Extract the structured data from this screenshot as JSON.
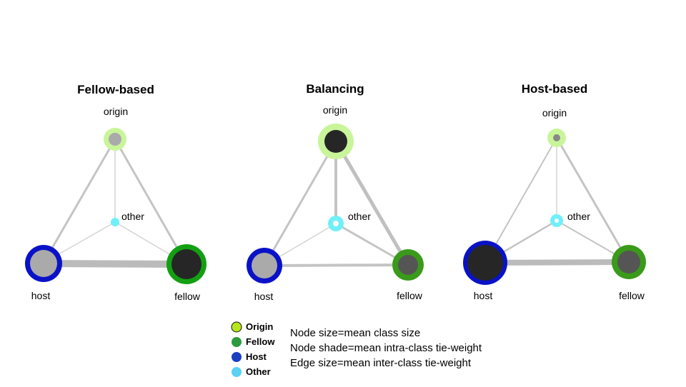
{
  "panels": [
    {
      "title": "Fellow-based",
      "labels": {
        "origin": "origin",
        "other": "other",
        "host": "host",
        "fellow": "fellow"
      }
    },
    {
      "title": "Balancing",
      "labels": {
        "origin": "origin",
        "other": "other",
        "host": "host",
        "fellow": "fellow"
      }
    },
    {
      "title": "Host-based",
      "labels": {
        "origin": "origin",
        "other": "other",
        "host": "host",
        "fellow": "fellow"
      }
    }
  ],
  "legend": {
    "items": [
      {
        "label": "Origin",
        "color": "#b5e61d"
      },
      {
        "label": "Fellow",
        "color": "#2e9a3e"
      },
      {
        "label": "Host",
        "color": "#1b3fc0"
      },
      {
        "label": "Other",
        "color": "#5ad0f5"
      }
    ],
    "notes": [
      "Node size=mean class size",
      "Node shade=mean intra-class tie-weight",
      "Edge size=mean inter-class tie-weight"
    ]
  },
  "colors": {
    "origin_ring": "#c9f59a",
    "fellow_ring": "#12a012",
    "fellow_ring_alt": "#3a9a1a",
    "host_ring": "#0a12c8",
    "other": "#6ff0f8",
    "edge": "#c4c4c4",
    "shade_light": "#aaaaaa",
    "shade_mid": "#555555",
    "shade_dark": "#262626"
  }
}
